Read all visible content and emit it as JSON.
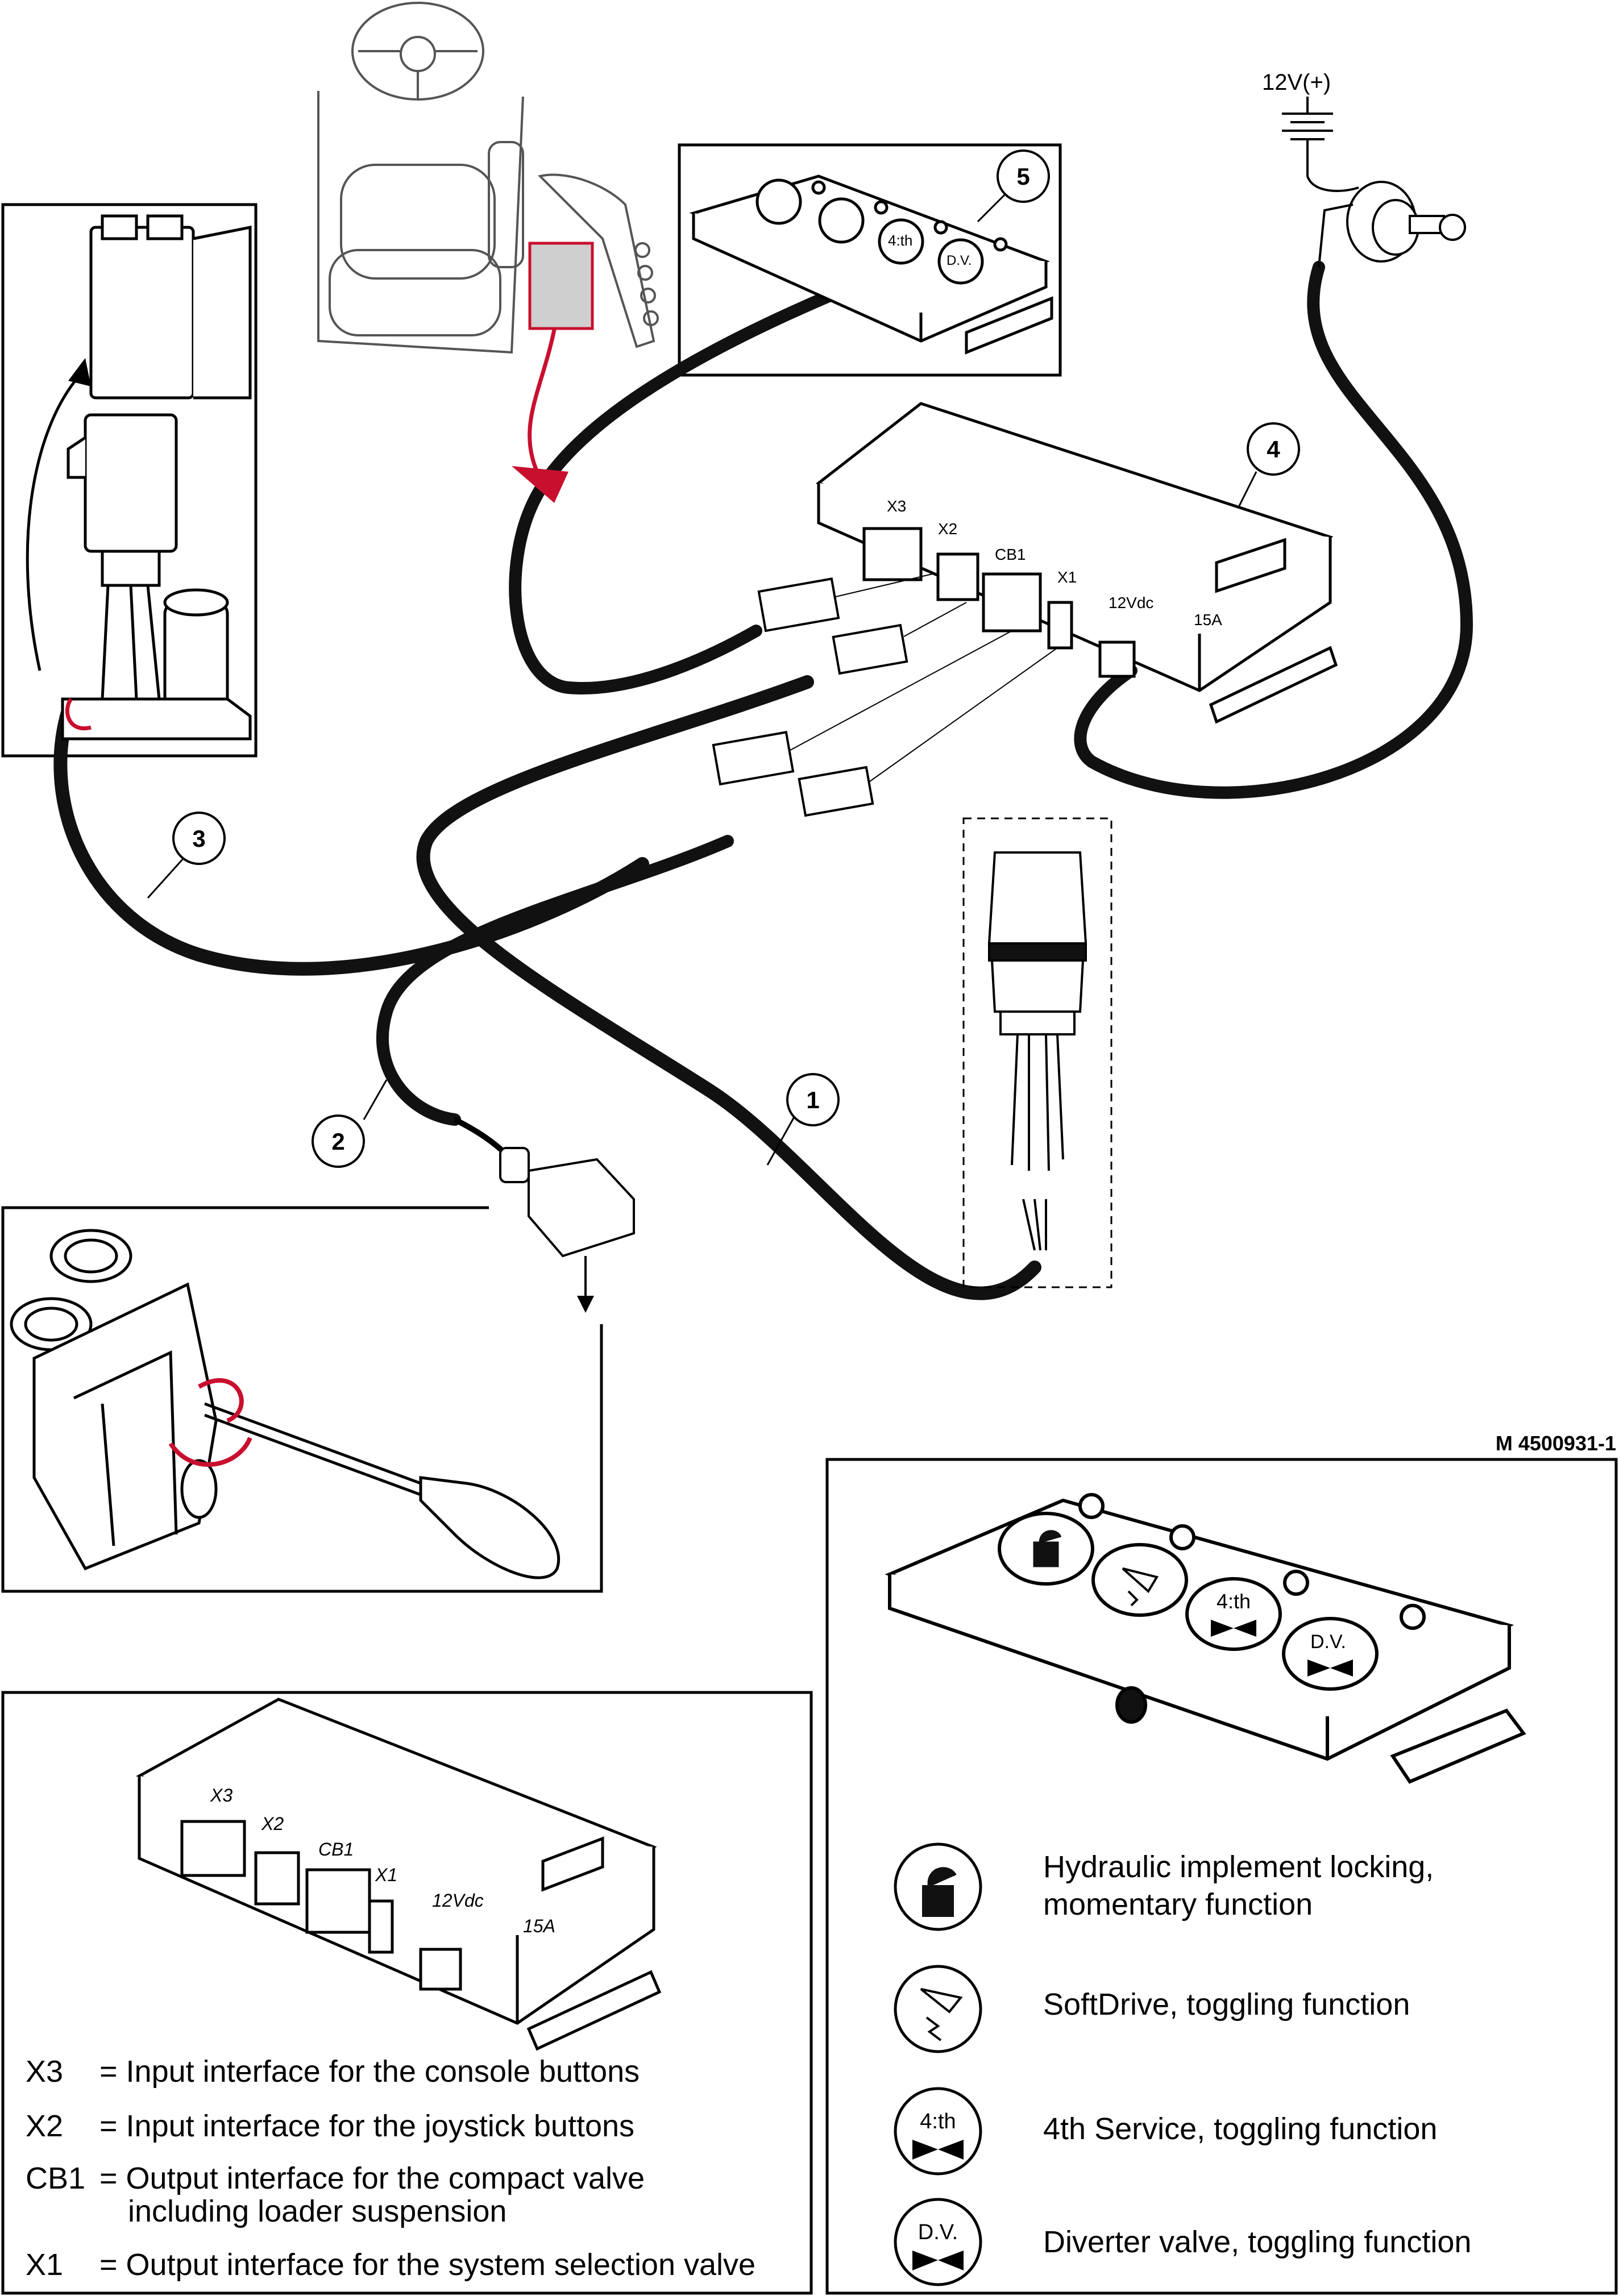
{
  "figure_ref": "M 4500931-1",
  "supply_label": "12V(+)",
  "callouts": [
    "1",
    "2",
    "3",
    "4",
    "5"
  ],
  "keypad_buttons": {
    "fourth": "4:th",
    "diverter": "D.V."
  },
  "ecu_labels": {
    "x3": "X3",
    "x2": "X2",
    "cb1": "CB1",
    "x1": "X1",
    "v12": "12Vdc",
    "fuse": "15A"
  },
  "ecu_legend": [
    {
      "code": "X3",
      "text": "= Input interface for the console buttons"
    },
    {
      "code": "X2",
      "text": "= Input interface for the joystick buttons"
    },
    {
      "code": "CB1",
      "text": "= Output interface for the compact valve",
      "text2": "including loader suspension"
    },
    {
      "code": "X1",
      "text": "= Output interface for the system selection valve"
    }
  ],
  "button_legend": [
    {
      "icon": "lock-icon",
      "line1": "Hydraulic implement locking,",
      "line2": "momentary function"
    },
    {
      "icon": "softdrive-icon",
      "line1": "SoftDrive, toggling function"
    },
    {
      "icon": "fourth-service-icon",
      "label": "4:th",
      "line1": "4th Service, toggling function"
    },
    {
      "icon": "diverter-valve-icon",
      "label": "D.V.",
      "line1": "Diverter valve, toggling function"
    }
  ],
  "colors": {
    "line": "#000000",
    "cable": "#111111",
    "accent_red": "#c8102e",
    "highlight_gray": "#cfcfcf"
  }
}
